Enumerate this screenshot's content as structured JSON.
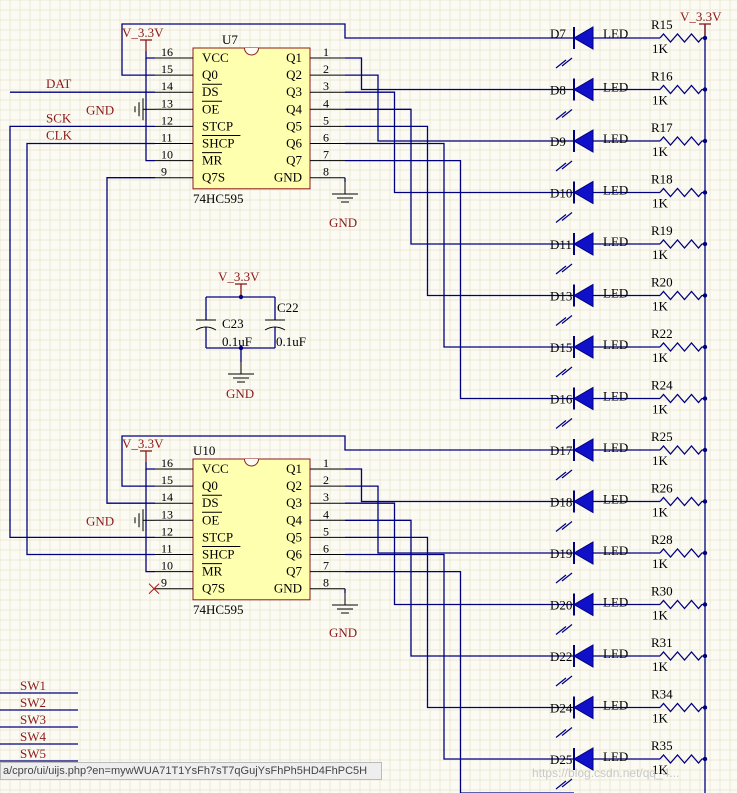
{
  "supply_label": "V_3.3V",
  "gnd_label": "GND",
  "chip_part": "74HC595",
  "chips": [
    {
      "ref": "U7",
      "left_pins": [
        {
          "num": "16",
          "name": "VCC"
        },
        {
          "num": "15",
          "name": "Q0"
        },
        {
          "num": "14",
          "name": "DS"
        },
        {
          "num": "13",
          "name": "OE"
        },
        {
          "num": "12",
          "name": "STCP"
        },
        {
          "num": "11",
          "name": "SHCP"
        },
        {
          "num": "10",
          "name": "MR"
        },
        {
          "num": "9",
          "name": "Q7S"
        }
      ],
      "right_pins": [
        {
          "num": "1",
          "name": "Q1"
        },
        {
          "num": "2",
          "name": "Q2"
        },
        {
          "num": "3",
          "name": "Q3"
        },
        {
          "num": "4",
          "name": "Q4"
        },
        {
          "num": "5",
          "name": "Q5"
        },
        {
          "num": "6",
          "name": "Q6"
        },
        {
          "num": "7",
          "name": "Q7"
        },
        {
          "num": "8",
          "name": "GND"
        }
      ]
    },
    {
      "ref": "U10",
      "left_pins": [
        {
          "num": "16",
          "name": "VCC"
        },
        {
          "num": "15",
          "name": "Q0"
        },
        {
          "num": "14",
          "name": "DS"
        },
        {
          "num": "13",
          "name": "OE"
        },
        {
          "num": "12",
          "name": "STCP"
        },
        {
          "num": "11",
          "name": "SHCP"
        },
        {
          "num": "10",
          "name": "MR"
        },
        {
          "num": "9",
          "name": "Q7S"
        }
      ],
      "right_pins": [
        {
          "num": "1",
          "name": "Q1"
        },
        {
          "num": "2",
          "name": "Q2"
        },
        {
          "num": "3",
          "name": "Q3"
        },
        {
          "num": "4",
          "name": "Q4"
        },
        {
          "num": "5",
          "name": "Q5"
        },
        {
          "num": "6",
          "name": "Q6"
        },
        {
          "num": "7",
          "name": "Q7"
        },
        {
          "num": "8",
          "name": "GND"
        }
      ]
    }
  ],
  "nets": [
    "DAT",
    "SCK",
    "CLK"
  ],
  "caps": [
    {
      "ref": "C23",
      "value": "0.1uF"
    },
    {
      "ref": "C22",
      "value": "0.1uF"
    }
  ],
  "led_value": "LED",
  "res_value": "1K",
  "rows": [
    {
      "led": "D7",
      "res": "R15"
    },
    {
      "led": "D8",
      "res": "R16"
    },
    {
      "led": "D9",
      "res": "R17"
    },
    {
      "led": "D10",
      "res": "R18"
    },
    {
      "led": "D11",
      "res": "R19"
    },
    {
      "led": "D13",
      "res": "R20"
    },
    {
      "led": "D15",
      "res": "R22"
    },
    {
      "led": "D16",
      "res": "R24"
    },
    {
      "led": "D17",
      "res": "R25"
    },
    {
      "led": "D18",
      "res": "R26"
    },
    {
      "led": "D19",
      "res": "R28"
    },
    {
      "led": "D20",
      "res": "R30"
    },
    {
      "led": "D22",
      "res": "R31"
    },
    {
      "led": "D24",
      "res": "R34"
    },
    {
      "led": "D25",
      "res": "R35"
    }
  ],
  "switches": [
    "SW1",
    "SW2",
    "SW3",
    "SW4",
    "SW5"
  ],
  "status_url": "a/cpro/ui/uijs.php?en=mywWUA71T1YsFh7sT7qGujYsFhPh5HD4FhPC5H",
  "watermark": "https://blog.csdn.net/qq_4...",
  "colors": {
    "wire": "#000080",
    "label": "#8b1a1a",
    "chip_fill": "#ffffb0",
    "led": "#1010c8"
  }
}
